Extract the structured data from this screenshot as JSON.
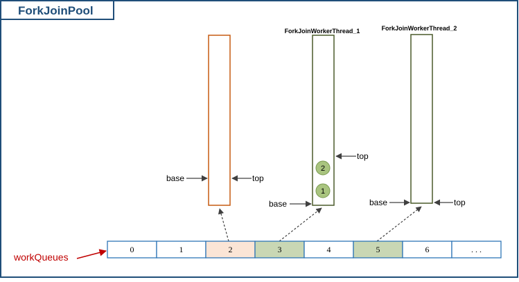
{
  "diagram": {
    "title": "ForkJoinPool",
    "queues": [
      {
        "label": "",
        "border_color": "#c55a11",
        "tasks": []
      },
      {
        "label": "ForkJoinWorkerThread_1",
        "border_color": "#4a5a2a",
        "tasks": [
          "2",
          "1"
        ]
      },
      {
        "label": "ForkJoinWorkerThread_2",
        "border_color": "#4a5a2a",
        "tasks": []
      }
    ],
    "pointer_labels": {
      "base": "base",
      "top": "top"
    },
    "work_queues": {
      "label": "workQueues",
      "cells": [
        "0",
        "1",
        "2",
        "3",
        "4",
        "5",
        "6",
        ". . ."
      ],
      "cell_fills": [
        "#ffffff",
        "#ffffff",
        "#fbe5d6",
        "#c9d7b4",
        "#ffffff",
        "#c9d7b4",
        "#ffffff",
        "#ffffff"
      ]
    },
    "colors": {
      "frame": "#1f4e79",
      "array_border": "#2e75b6",
      "task_fill": "#a9c47f",
      "label_arrow": "#c00000",
      "pointer_arrow": "#404040"
    }
  }
}
